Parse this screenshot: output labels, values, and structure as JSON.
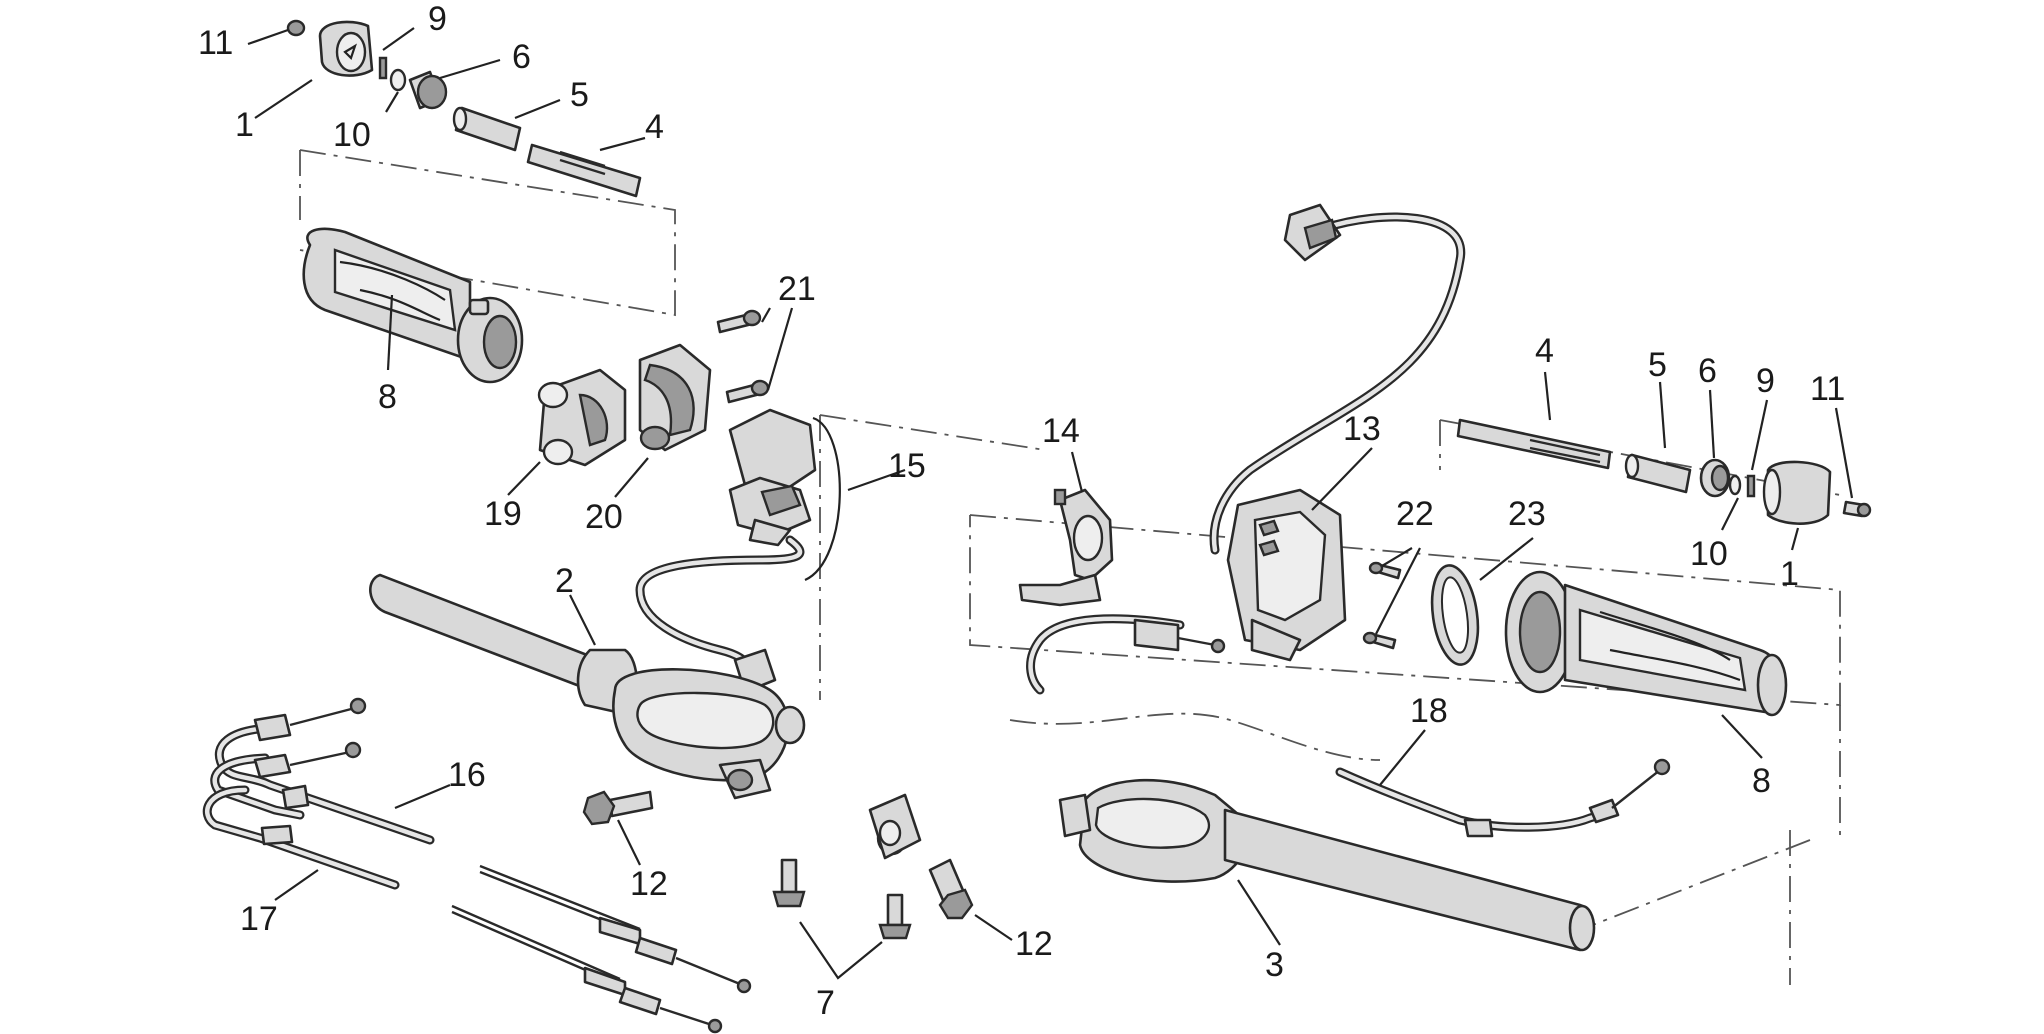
{
  "diagram": {
    "callouts": [
      {
        "id": "c-11-left",
        "text": "11"
      },
      {
        "id": "c-9-left",
        "text": "9"
      },
      {
        "id": "c-6-left",
        "text": "6"
      },
      {
        "id": "c-1-left",
        "text": "1"
      },
      {
        "id": "c-10-left",
        "text": "10"
      },
      {
        "id": "c-5-left",
        "text": "5"
      },
      {
        "id": "c-4-left",
        "text": "4"
      },
      {
        "id": "c-8-left",
        "text": "8"
      },
      {
        "id": "c-21",
        "text": "21"
      },
      {
        "id": "c-15",
        "text": "15"
      },
      {
        "id": "c-19",
        "text": "19"
      },
      {
        "id": "c-20",
        "text": "20"
      },
      {
        "id": "c-2",
        "text": "2"
      },
      {
        "id": "c-16",
        "text": "16"
      },
      {
        "id": "c-12-left",
        "text": "12"
      },
      {
        "id": "c-17",
        "text": "17"
      },
      {
        "id": "c-7",
        "text": "7"
      },
      {
        "id": "c-12-right",
        "text": "12"
      },
      {
        "id": "c-3",
        "text": "3"
      },
      {
        "id": "c-18",
        "text": "18"
      },
      {
        "id": "c-8-right",
        "text": "8"
      },
      {
        "id": "c-14",
        "text": "14"
      },
      {
        "id": "c-13",
        "text": "13"
      },
      {
        "id": "c-22",
        "text": "22"
      },
      {
        "id": "c-23",
        "text": "23"
      },
      {
        "id": "c-4-right",
        "text": "4"
      },
      {
        "id": "c-5-right",
        "text": "5"
      },
      {
        "id": "c-6-right",
        "text": "6"
      },
      {
        "id": "c-9-right",
        "text": "9"
      },
      {
        "id": "c-11-right",
        "text": "11"
      },
      {
        "id": "c-10-right",
        "text": "10"
      },
      {
        "id": "c-1-right",
        "text": "1"
      }
    ]
  }
}
